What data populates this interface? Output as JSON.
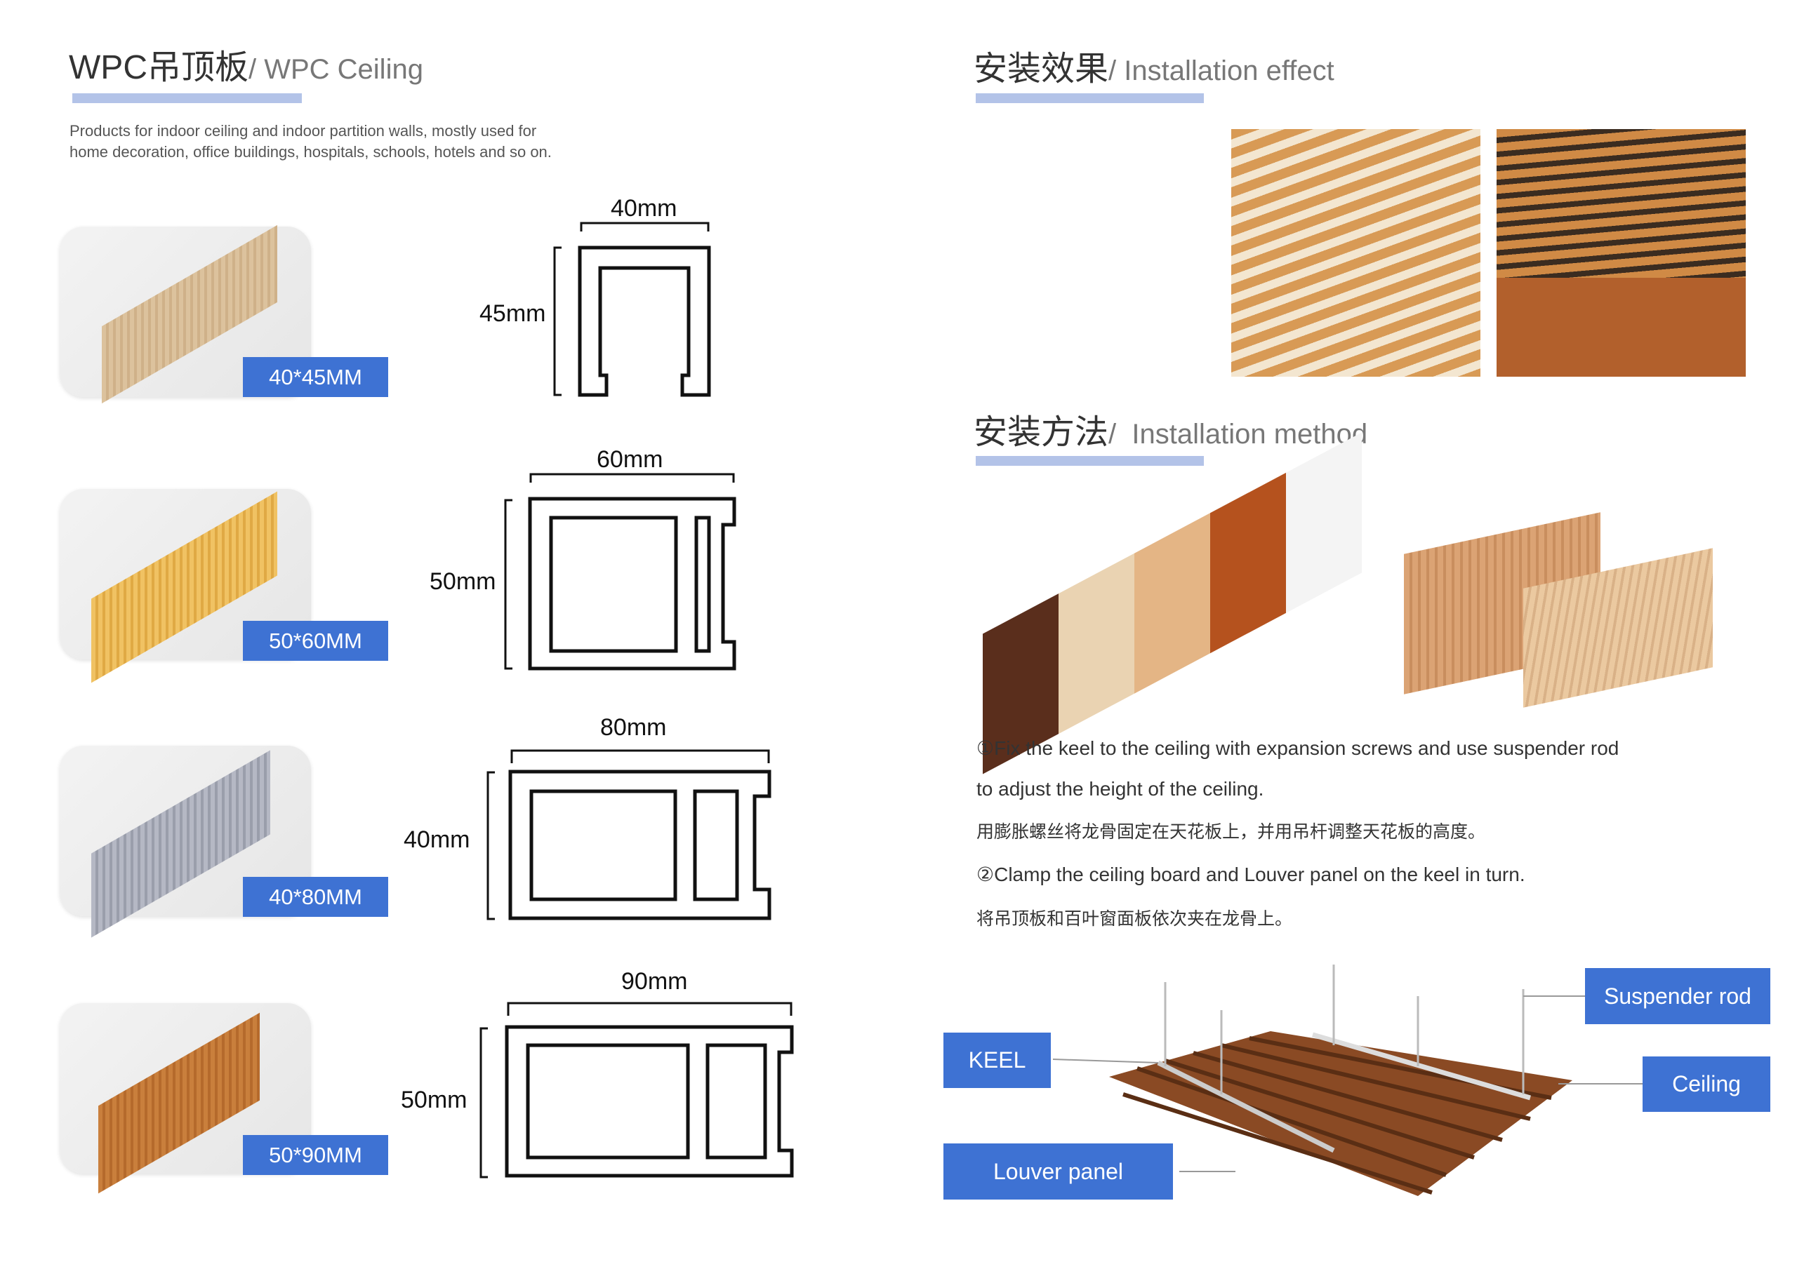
{
  "left": {
    "title_cn": "WPC吊顶板",
    "title_en": "/ WPC Ceiling",
    "description": [
      "Products for indoor ceiling and indoor partition walls, mostly used for",
      "home decoration, office buildings, hospitals, schools, hotels and so on."
    ],
    "products": [
      {
        "tag": "40*45MM",
        "width": "40mm",
        "height": "45mm",
        "color": "#d9bf98"
      },
      {
        "tag": "50*60MM",
        "width": "60mm",
        "height": "50mm",
        "color": "#e8b85a"
      },
      {
        "tag": "40*80MM",
        "width": "80mm",
        "height": "40mm",
        "color": "#a9adba"
      },
      {
        "tag": "50*90MM",
        "width": "90mm",
        "height": "50mm",
        "color": "#c27a3a"
      }
    ]
  },
  "right": {
    "effect_title_cn": "安装效果",
    "effect_title_en": "/ Installation effect",
    "method_title_cn": "安装方法",
    "method_title_en": "/  Installation method",
    "steps": [
      "①Fix the keel to the ceiling with expansion screws and use suspender rod",
      "to adjust the height of the ceiling.",
      "用膨胀螺丝将龙骨固定在天花板上，并用吊杆调整天花板的高度。",
      "②Clamp the ceiling board and Louver panel on the keel in turn.",
      "将吊顶板和百叶窗面板依次夹在龙骨上。"
    ],
    "labels": {
      "keel": "KEEL",
      "louver": "Louver panel",
      "suspender": "Suspender rod",
      "ceiling": "Ceiling"
    }
  }
}
